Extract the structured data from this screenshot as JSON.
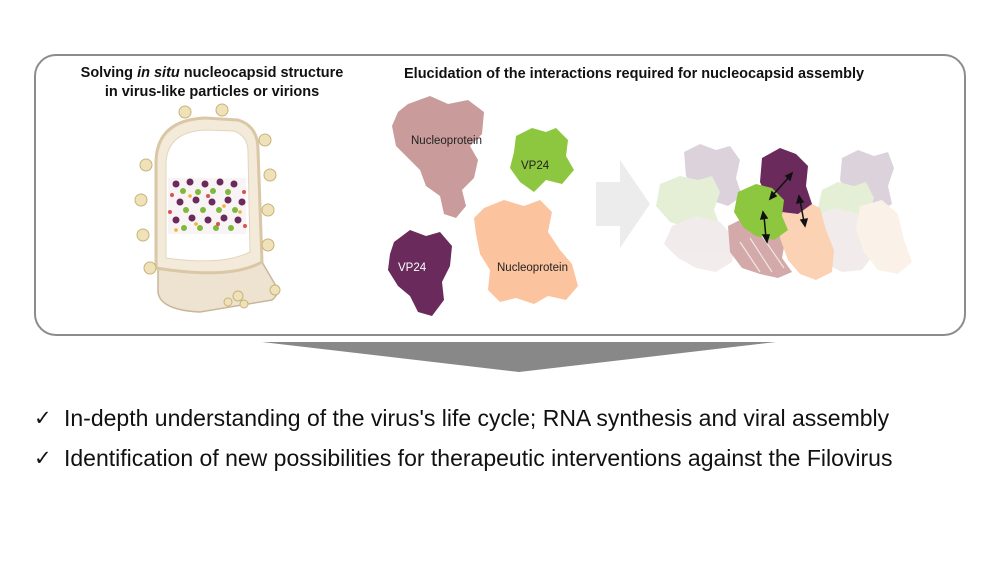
{
  "panel": {
    "left_title_prefix": "Solving ",
    "left_title_italic": "in situ",
    "left_title_suffix": " nucleocapsid structure",
    "left_title_line2": "in virus-like particles or virions",
    "right_title": "Elucidation of the interactions required for nucleocapsid assembly"
  },
  "proteins": {
    "np_top_label": "Nucleoprotein",
    "vp24_top_label": "VP24",
    "vp24_bottom_label": "VP24",
    "np_bottom_label": "Nucleoprotein"
  },
  "colors": {
    "nucleoprotein_pink": "#c99b9b",
    "nucleoprotein_peach": "#fbc49e",
    "vp24_green": "#8dc63f",
    "vp24_purple": "#6a2a5c",
    "panel_border": "#8c8c8c",
    "arrow_gray": "#888888"
  },
  "conclusions": {
    "mark": "✓",
    "items": [
      "In-depth understanding of the virus's life cycle; RNA synthesis and viral assembly",
      "Identification of new possibilities for therapeutic interventions against the Filovirus"
    ]
  }
}
